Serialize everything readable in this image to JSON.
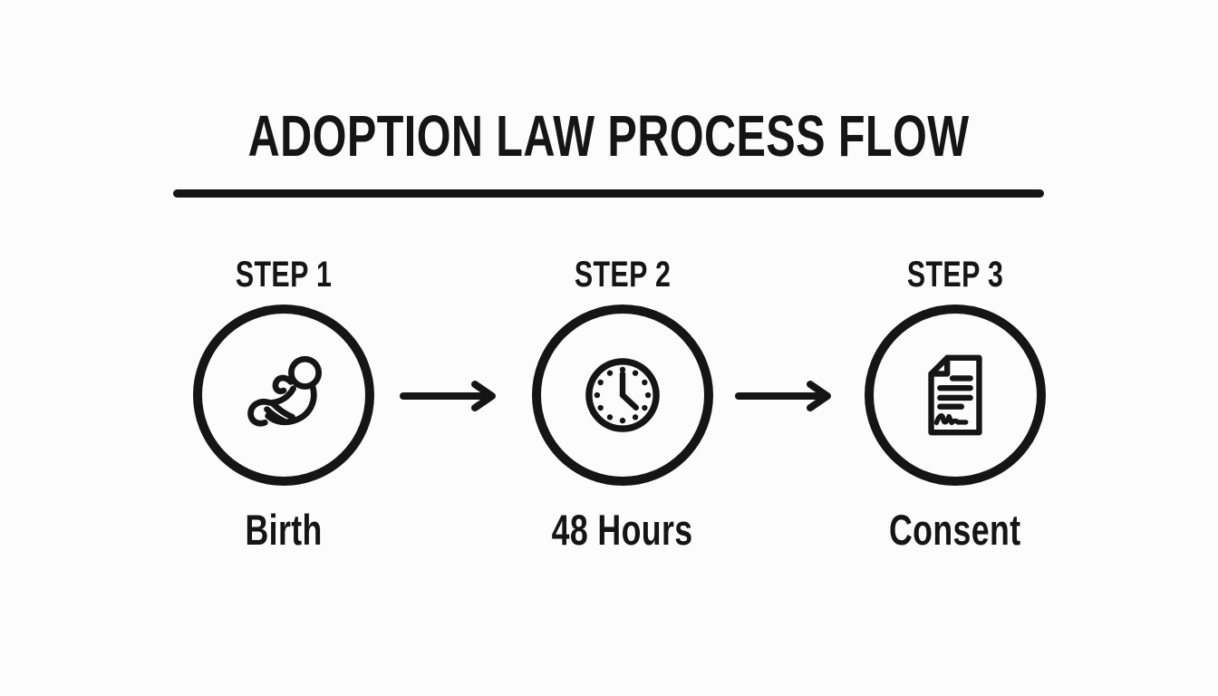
{
  "page": {
    "background": "#fcfcfc",
    "ink": "#151515"
  },
  "header": {
    "title": "ADOPTION LAW PROCESS FLOW",
    "underline": true
  },
  "steps": [
    {
      "step_label": "STEP 1",
      "caption": "Birth",
      "icon": "baby-icon"
    },
    {
      "step_label": "STEP 2",
      "caption": "48 Hours",
      "icon": "clock-icon"
    },
    {
      "step_label": "STEP 3",
      "caption": "Consent",
      "icon": "signed-document-icon"
    }
  ],
  "connectors": [
    {
      "type": "arrow-right",
      "from": "Birth",
      "to": "48 Hours"
    },
    {
      "type": "arrow-right",
      "from": "48 Hours",
      "to": "Consent"
    }
  ]
}
